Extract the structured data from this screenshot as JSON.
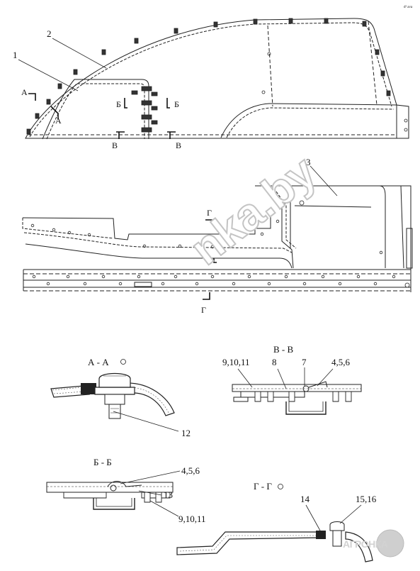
{
  "corner_text": "d³ ava",
  "views": {
    "top_left": {
      "callouts": [
        "1",
        "2"
      ],
      "sections": [
        "А",
        "А",
        "Б",
        "Б",
        "В",
        "В"
      ]
    },
    "middle": {
      "callout": "3",
      "sections": [
        "Г",
        "Г"
      ]
    }
  },
  "details": {
    "aa": {
      "title": "А - А",
      "callouts": [
        "12"
      ]
    },
    "vv": {
      "title": "В - В",
      "callouts": [
        "9,10,11",
        "8",
        "7",
        "4,5,6"
      ]
    },
    "bb": {
      "title": "Б - Б",
      "callouts": [
        "4,5,6",
        "13",
        "9,10,11"
      ]
    },
    "gg": {
      "title": "Г - Г",
      "callouts": [
        "14",
        "15,16"
      ]
    }
  },
  "watermark": "nka.by",
  "logo": "АГРОНКА"
}
